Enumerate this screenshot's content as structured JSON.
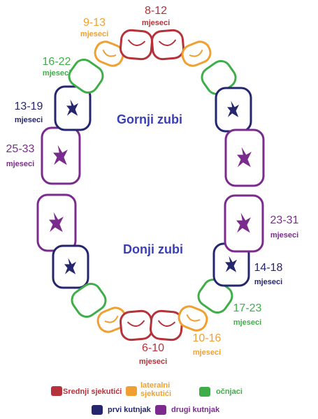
{
  "colors": {
    "central": "#b5323a",
    "lateral": "#f0a030",
    "canine": "#3fae49",
    "first_molar": "#26266e",
    "second_molar": "#7b2b8e",
    "title": "#3a3fb5"
  },
  "titles": {
    "upper": "Gornji zubi",
    "lower": "Donji zubi"
  },
  "labels": {
    "upper_central": {
      "range": "8-12",
      "unit": "mjeseci"
    },
    "upper_lateral": {
      "range": "9-13",
      "unit": "mjeseci"
    },
    "upper_canine": {
      "range": "16-22",
      "unit": "mjeseci"
    },
    "upper_first_molar": {
      "range": "13-19",
      "unit": "mjeseci"
    },
    "upper_second_molar": {
      "range": "25-33",
      "unit": "mjeseci"
    },
    "lower_second_molar": {
      "range": "23-31",
      "unit": "mjeseci"
    },
    "lower_first_molar": {
      "range": "14-18",
      "unit": "mjeseci"
    },
    "lower_canine": {
      "range": "17-23",
      "unit": "mjeseci"
    },
    "lower_lateral": {
      "range": "10-16",
      "unit": "mjeseci"
    },
    "lower_central": {
      "range": "6-10",
      "unit": "mjeseci"
    }
  },
  "legend": {
    "central": "Srednji sjekutići",
    "lateral": "lateralni sjekutići",
    "canine": "očnjaci",
    "first_molar": "prvi kutnjak",
    "second_molar": "drugi kutnjak"
  }
}
